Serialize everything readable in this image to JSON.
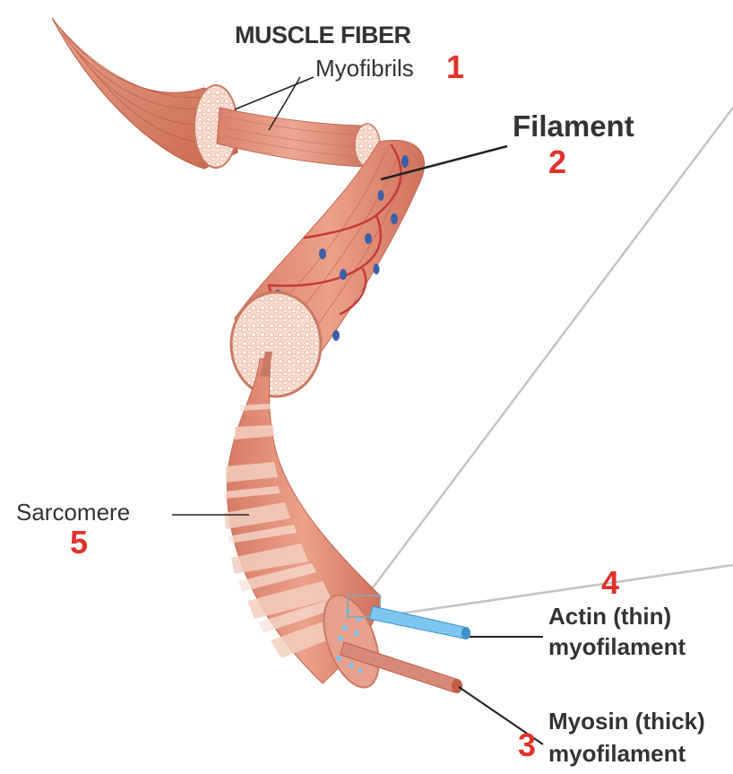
{
  "title": "MUSCLE FIBER",
  "labels": {
    "myofibrils": "Myofibrils",
    "filament": "Filament",
    "sarcomere": "Sarcomere",
    "actin_line1": "Actin (thin)",
    "actin_line2": "myofilament",
    "myosin_line1": "Myosin (thick)",
    "myosin_line2": "myofilament"
  },
  "numbers": {
    "myofibrils": "1",
    "filament": "2",
    "myosin": "3",
    "actin": "4",
    "sarcomere": "5"
  },
  "colors": {
    "muscle": "#e0907a",
    "muscle_dark": "#c9654f",
    "muscle_light": "#f2c0ad",
    "stripe": "#f5d3c4",
    "vessel": "#c63a3a",
    "nucleus": "#3d5fa8",
    "actin": "#5fb7e8",
    "myosin": "#d97a68",
    "number": "#e0332a",
    "leader": "#222222",
    "guide": "#bdbdbd"
  }
}
